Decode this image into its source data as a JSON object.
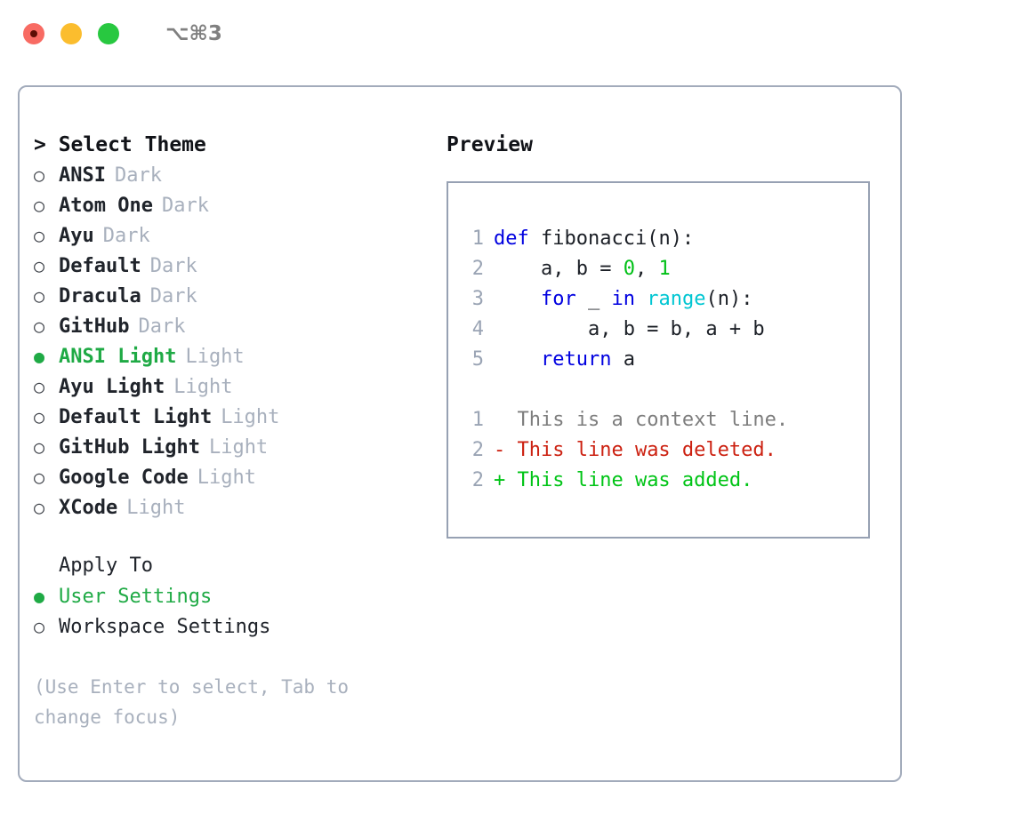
{
  "titlebar": {
    "shortcut": "⌥⌘3",
    "buttons": [
      {
        "name": "close",
        "color": "#f86b63"
      },
      {
        "name": "minimize",
        "color": "#fbbd2e"
      },
      {
        "name": "zoom",
        "color": "#28c840"
      }
    ]
  },
  "colors": {
    "selected_green": "#1faa45",
    "muted": "#a8b0bd",
    "text": "#20242b",
    "panel_border": "#a2abbb",
    "preview_border": "#97a1b3",
    "keyword_blue": "#0000e0",
    "function_cyan": "#00c6d2",
    "number_green": "#00c016",
    "diff_delete_red": "#cc2111",
    "diff_add_green": "#00c416",
    "linenumber_gray": "#9aa4b4"
  },
  "theme_picker": {
    "prompt": "> Select Theme",
    "bullet_selected": "●",
    "bullet_unselected": "○",
    "options": [
      {
        "name": "ANSI",
        "kind": "Dark",
        "selected": false
      },
      {
        "name": "Atom One",
        "kind": "Dark",
        "selected": false
      },
      {
        "name": "Ayu",
        "kind": "Dark",
        "selected": false
      },
      {
        "name": "Default",
        "kind": "Dark",
        "selected": false
      },
      {
        "name": "Dracula",
        "kind": "Dark",
        "selected": false
      },
      {
        "name": "GitHub",
        "kind": "Dark",
        "selected": false
      },
      {
        "name": "ANSI Light",
        "kind": "Light",
        "selected": true
      },
      {
        "name": "Ayu Light",
        "kind": "Light",
        "selected": false
      },
      {
        "name": "Default Light",
        "kind": "Light",
        "selected": false
      },
      {
        "name": "GitHub Light",
        "kind": "Light",
        "selected": false
      },
      {
        "name": "Google Code",
        "kind": "Light",
        "selected": false
      },
      {
        "name": "XCode",
        "kind": "Light",
        "selected": false
      }
    ]
  },
  "apply_to": {
    "heading": "Apply To",
    "options": [
      {
        "name": "User Settings",
        "selected": true
      },
      {
        "name": "Workspace Settings",
        "selected": false
      }
    ]
  },
  "hint": "(Use Enter to select, Tab to change focus)",
  "preview": {
    "title": "Preview",
    "code_lines": [
      {
        "lineno": "1",
        "tokens": [
          {
            "t": "def",
            "c": "kw"
          },
          {
            "t": " fibonacci(n):",
            "c": "pl"
          }
        ]
      },
      {
        "lineno": "2",
        "tokens": [
          {
            "t": "    a, b = ",
            "c": "pl"
          },
          {
            "t": "0",
            "c": "num"
          },
          {
            "t": ", ",
            "c": "pl"
          },
          {
            "t": "1",
            "c": "num"
          }
        ]
      },
      {
        "lineno": "3",
        "tokens": [
          {
            "t": "    ",
            "c": "pl"
          },
          {
            "t": "for",
            "c": "kw"
          },
          {
            "t": " _ ",
            "c": "pl"
          },
          {
            "t": "in",
            "c": "kw"
          },
          {
            "t": " ",
            "c": "pl"
          },
          {
            "t": "range",
            "c": "fn"
          },
          {
            "t": "(n):",
            "c": "pl"
          }
        ]
      },
      {
        "lineno": "4",
        "tokens": [
          {
            "t": "        a, b = b, a + b",
            "c": "pl"
          }
        ]
      },
      {
        "lineno": "5",
        "tokens": [
          {
            "t": "    ",
            "c": "pl"
          },
          {
            "t": "return",
            "c": "kw"
          },
          {
            "t": " a",
            "c": "pl"
          }
        ]
      }
    ],
    "diff_lines": [
      {
        "lineno": "1",
        "marker": " ",
        "text": " This is a context line.",
        "kind": "context"
      },
      {
        "lineno": "2",
        "marker": "-",
        "text": " This line was deleted.",
        "kind": "delete"
      },
      {
        "lineno": "2",
        "marker": "+",
        "text": " This line was added.",
        "kind": "add"
      }
    ]
  }
}
